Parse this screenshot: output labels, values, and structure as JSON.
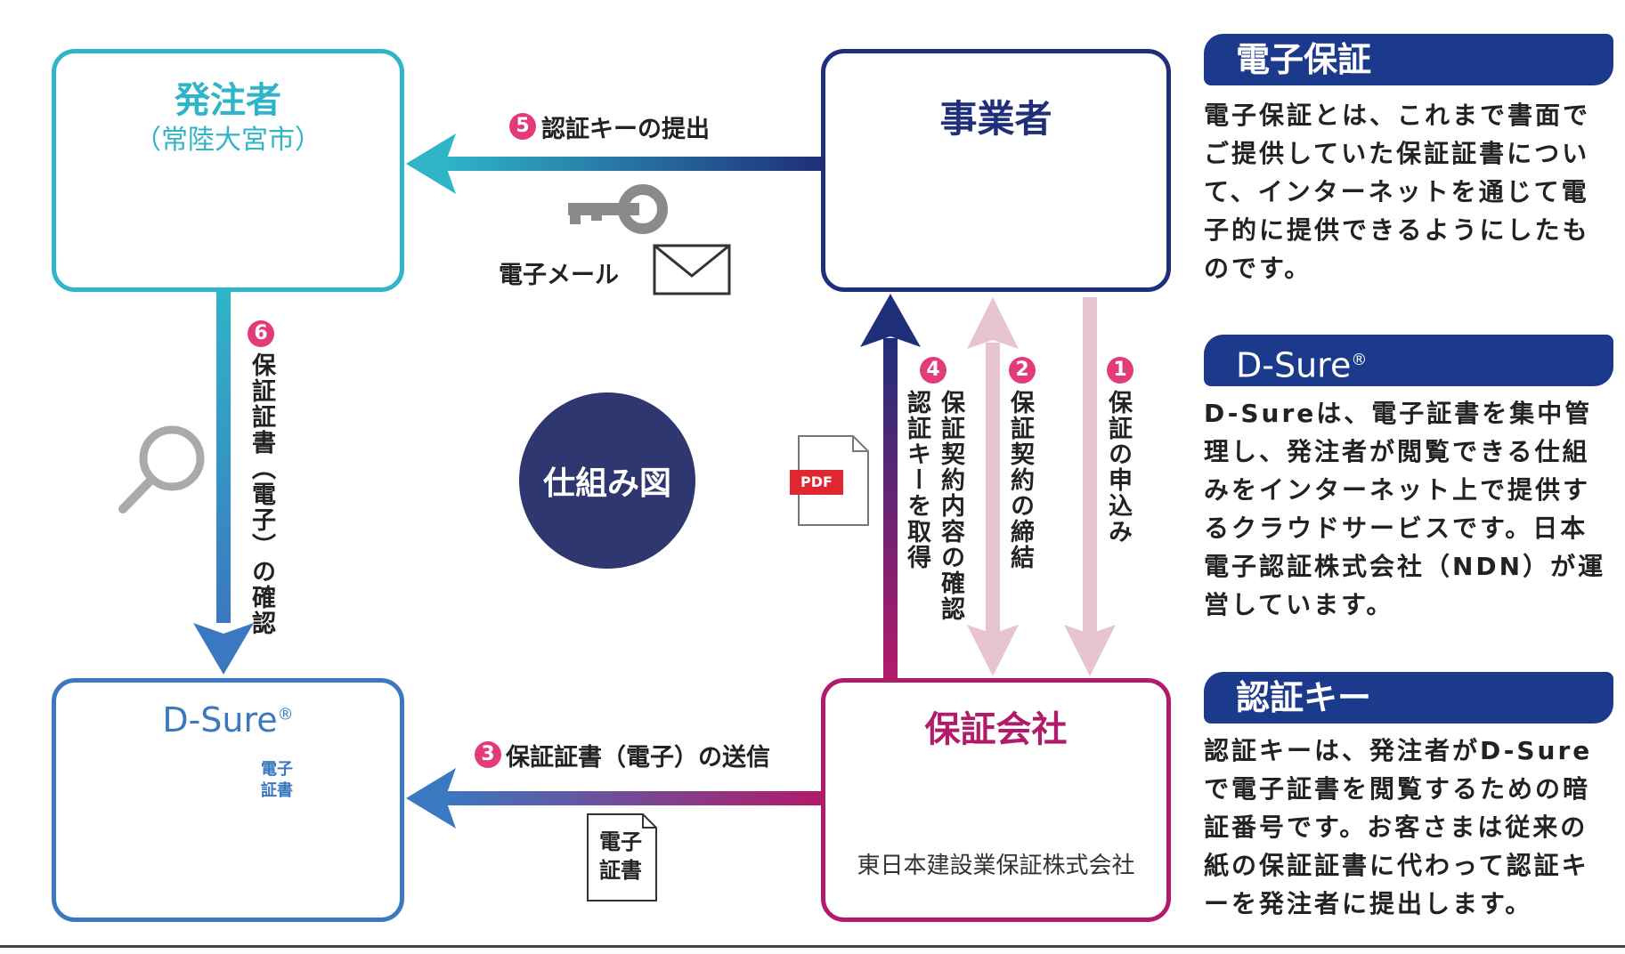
{
  "boxes": {
    "hatchusha": {
      "title": "発注者",
      "subtitle": "（常陸大宮市）"
    },
    "jigyousha": {
      "title": "事業者"
    },
    "dsure": {
      "title": "D-Sure",
      "reg": "®",
      "doc_label_1": "電子",
      "doc_label_2": "証書"
    },
    "hoshou": {
      "title": "保証会社",
      "company": "東日本建設業保証株式会社"
    }
  },
  "steps": {
    "s1": {
      "num": "1",
      "label": "保証の申込み"
    },
    "s2": {
      "num": "2",
      "label": "保証契約の締結"
    },
    "s3": {
      "num": "3",
      "label": "保証証書（電子）の送信"
    },
    "s4": {
      "num": "4",
      "label_a": "保証契約内容の確認",
      "label_b": "認証キーを取得"
    },
    "s5": {
      "num": "5",
      "label": "認証キーの提出"
    },
    "s6": {
      "num": "6",
      "label": "保証証書（電子）の確認"
    }
  },
  "email_label": "電子メール",
  "pdf_label": "PDF",
  "doc_label_1": "電子",
  "doc_label_2": "証書",
  "center_label": "仕組み図",
  "side": {
    "denshi": {
      "heading": "電子保証",
      "text": "電子保証とは、これまで書面でご提供していた保証証書について、インターネットを通じて電子的に提供できるようにしたものです。"
    },
    "dsure": {
      "heading": "D-Sure",
      "reg": "®",
      "text": "D-Sureは、電子証書を集中管理し、発注者が閲覧できる仕組みをインターネット上で提供するクラウドサービスです。日本電子認証株式会社（NDN）が運営しています。"
    },
    "key": {
      "heading": "認証キー",
      "text": "認証キーは、発注者がD-Sureで電子証書を閲覧するための暗証番号です。お客さまは従来の紙の保証証書に代わって認証キーを発注者に提出します。"
    }
  },
  "colors": {
    "hatchusha": "#2fb4c8",
    "jigyousha": "#1f2f7a",
    "dsure": "#3a78c0",
    "hoshou": "#b21a6a",
    "badge": "#e33a7a",
    "navy_head": "#1c3a8c"
  }
}
